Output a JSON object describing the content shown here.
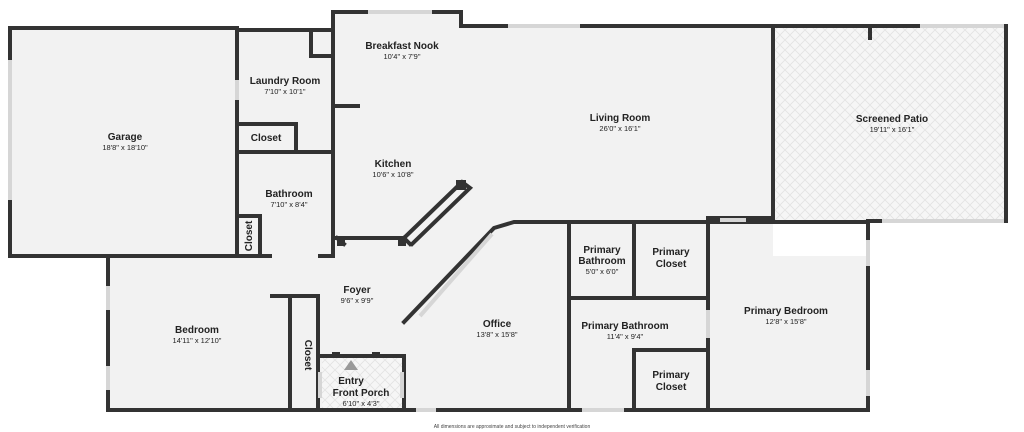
{
  "rooms": {
    "garage": {
      "name": "Garage",
      "dims": "18'8\" x 18'10\""
    },
    "laundry": {
      "name": "Laundry Room",
      "dims": "7'10\" x 10'1\""
    },
    "laundry_closet": {
      "name": "Closet"
    },
    "breakfast_nook": {
      "name": "Breakfast Nook",
      "dims": "10'4\" x 7'9\""
    },
    "living": {
      "name": "Living Room",
      "dims": "26'0\" x 16'1\""
    },
    "patio": {
      "name": "Screened Patio",
      "dims": "19'11\" x 16'1\""
    },
    "kitchen": {
      "name": "Kitchen",
      "dims": "10'6\" x 10'8\""
    },
    "bathroom": {
      "name": "Bathroom",
      "dims": "7'10\" x 8'4\""
    },
    "bath_closet": {
      "name": "Closet"
    },
    "foyer": {
      "name": "Foyer",
      "dims": "9'6\" x 9'9\""
    },
    "bedroom": {
      "name": "Bedroom",
      "dims": "14'11\" x 12'10\""
    },
    "bedroom_closet": {
      "name": "Closet"
    },
    "entry": {
      "name_line1": "Entry",
      "name_line2": "Front Porch",
      "dims": "6'10\" x 4'3\""
    },
    "office": {
      "name": "Office",
      "dims": "13'8\" x 15'8\""
    },
    "primary_bathroom_small": {
      "name_line1": "Primary",
      "name_line2": "Bathroom",
      "dims": "5'0\" x 6'0\""
    },
    "primary_closet_top": {
      "name_line1": "Primary",
      "name_line2": "Closet"
    },
    "primary_bathroom": {
      "name": "Primary Bathroom",
      "dims": "11'4\" x 9'4\""
    },
    "primary_closet_bottom": {
      "name_line1": "Primary",
      "name_line2": "Closet"
    },
    "primary_bedroom": {
      "name": "Primary Bedroom",
      "dims": "12'8\" x 15'8\""
    }
  },
  "footer_note": "All dimensions are approximate and subject to independent verification",
  "colors": {
    "wall": "#333333",
    "floor": "#f2f2f2",
    "window": "#d6d6d6"
  }
}
